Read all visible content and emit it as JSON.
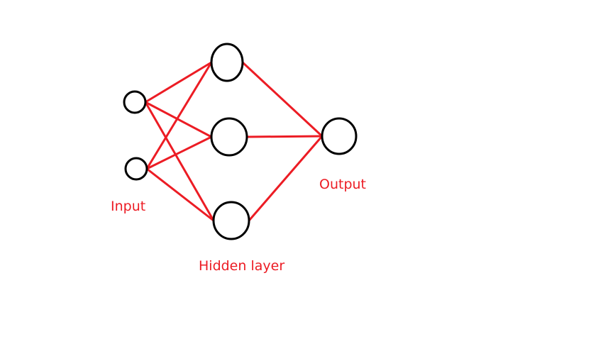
{
  "diagram": {
    "type": "neural-network",
    "colors": {
      "edge": "#ec1c24",
      "node_stroke": "#000000",
      "label": "#ec1c24",
      "background": "#ffffff"
    },
    "layers": [
      {
        "id": "input",
        "label": "Input",
        "nodes": [
          "i1",
          "i2"
        ]
      },
      {
        "id": "hidden",
        "label": "Hidden layer",
        "nodes": [
          "h1",
          "h2",
          "h3"
        ]
      },
      {
        "id": "output",
        "label": "Output",
        "nodes": [
          "o1"
        ]
      }
    ],
    "edges": [
      [
        "i1",
        "h1"
      ],
      [
        "i1",
        "h2"
      ],
      [
        "i1",
        "h3"
      ],
      [
        "i2",
        "h1"
      ],
      [
        "i2",
        "h2"
      ],
      [
        "i2",
        "h3"
      ],
      [
        "h1",
        "o1"
      ],
      [
        "h2",
        "o1"
      ],
      [
        "h3",
        "o1"
      ]
    ]
  }
}
